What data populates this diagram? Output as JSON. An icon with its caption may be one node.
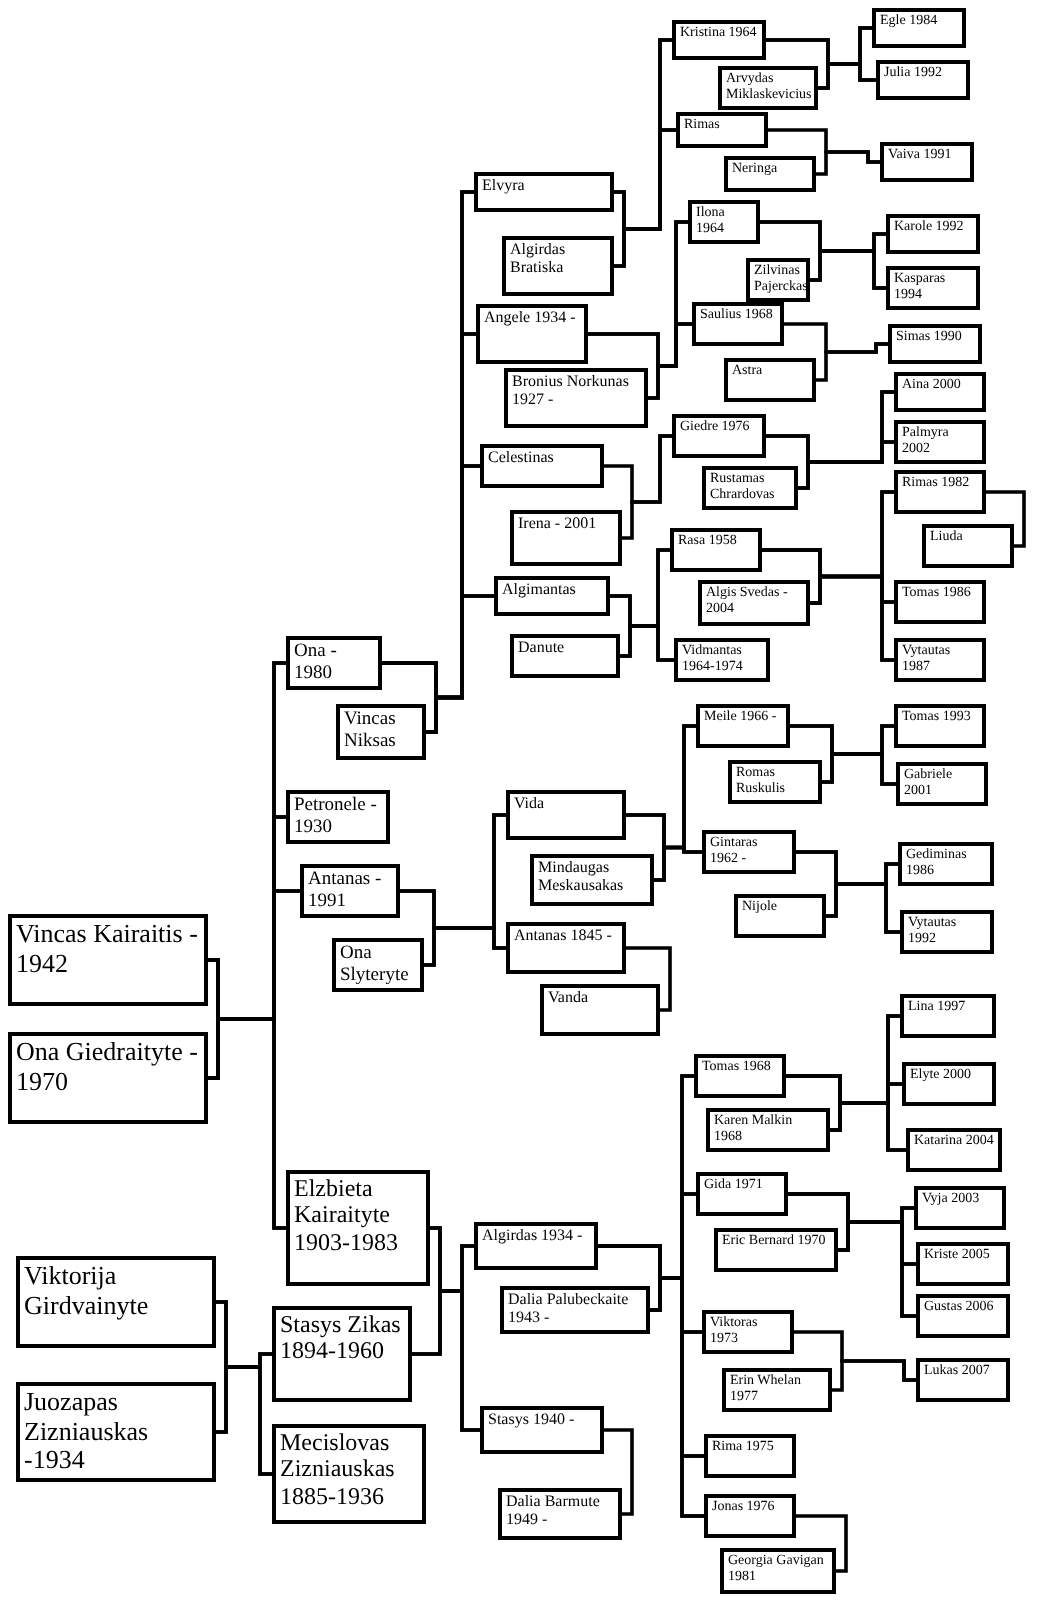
{
  "diagram": {
    "nodes": [
      {
        "text": [
          "Vincas Kairaitis - 1942"
        ]
      },
      {
        "text": [
          "Ona Giedraityte - 1970"
        ]
      },
      {
        "text": [
          "Viktorija Girdvainyte"
        ]
      },
      {
        "text": [
          "Juozapas Zizniauskas -1934"
        ]
      },
      {
        "text": [
          "Ona - 1980"
        ]
      },
      {
        "text": [
          "Vincas Niksas"
        ]
      },
      {
        "text": [
          "Petronele - 1930"
        ]
      },
      {
        "text": [
          "Antanas - 1991"
        ]
      },
      {
        "text": [
          "Ona Slyteryte"
        ]
      },
      {
        "text": [
          "Elzbieta Kairaityte 1903-1983"
        ]
      },
      {
        "text": [
          "Stasys Zikas 1894-1960"
        ]
      },
      {
        "text": [
          "Mecislovas Zizniauskas 1885-1936"
        ]
      },
      {
        "text": [
          "Elvyra"
        ]
      },
      {
        "text": [
          "Algirdas Bratiska"
        ]
      },
      {
        "text": [
          "Angele 1934 -"
        ]
      },
      {
        "text": [
          "Bronius Norkunas 1927 -"
        ]
      },
      {
        "text": [
          "Celestinas"
        ]
      },
      {
        "text": [
          "Irena - 2001"
        ]
      },
      {
        "text": [
          "Algimantas"
        ]
      },
      {
        "text": [
          "Danute"
        ]
      },
      {
        "text": [
          "Vida"
        ]
      },
      {
        "text": [
          "Mindaugas Meskausakas"
        ]
      },
      {
        "text": [
          "Antanas 1845 -"
        ]
      },
      {
        "text": [
          "Vanda"
        ]
      },
      {
        "text": [
          "Algirdas 1934 -"
        ]
      },
      {
        "text": [
          "Dalia Palubeckaite 1943 -"
        ]
      },
      {
        "text": [
          "Stasys 1940 -"
        ]
      },
      {
        "text": [
          "Dalia Barmute 1949 -"
        ]
      },
      {
        "text": [
          "Kristina 1964"
        ]
      },
      {
        "text": [
          "Arvydas Miklaskevicius"
        ]
      },
      {
        "text": [
          "Rimas"
        ]
      },
      {
        "text": [
          "Neringa"
        ]
      },
      {
        "text": [
          "Ilona 1964"
        ]
      },
      {
        "text": [
          "Zilvinas Pajerckas"
        ]
      },
      {
        "text": [
          "Saulius 1968"
        ]
      },
      {
        "text": [
          "Astra"
        ]
      },
      {
        "text": [
          "Giedre 1976"
        ]
      },
      {
        "text": [
          "Rustamas Chrardovas"
        ]
      },
      {
        "text": [
          "Rasa 1958"
        ]
      },
      {
        "text": [
          "Algis Svedas - 2004"
        ]
      },
      {
        "text": [
          "Vidmantas 1964-1974"
        ]
      },
      {
        "text": [
          "Meile 1966 -"
        ]
      },
      {
        "text": [
          "Romas Ruskulis"
        ]
      },
      {
        "text": [
          "Gintaras 1962 -"
        ]
      },
      {
        "text": [
          "Nijole"
        ]
      },
      {
        "text": [
          "Tomas 1968"
        ]
      },
      {
        "text": [
          "Karen Malkin 1968"
        ]
      },
      {
        "text": [
          "Gida 1971"
        ]
      },
      {
        "text": [
          "Eric Bernard 1970"
        ]
      },
      {
        "text": [
          "Viktoras 1973"
        ]
      },
      {
        "text": [
          "Erin Whelan 1977"
        ]
      },
      {
        "text": [
          "Rima 1975"
        ]
      },
      {
        "text": [
          "Jonas 1976"
        ]
      },
      {
        "text": [
          "Georgia Gavigan 1981"
        ]
      },
      {
        "text": [
          "Egle 1984"
        ]
      },
      {
        "text": [
          "Julia 1992"
        ]
      },
      {
        "text": [
          "Vaiva 1991"
        ]
      },
      {
        "text": [
          "Karole 1992"
        ]
      },
      {
        "text": [
          "Kasparas 1994"
        ]
      },
      {
        "text": [
          "Simas 1990"
        ]
      },
      {
        "text": [
          "Aina 2000"
        ]
      },
      {
        "text": [
          "Palmyra 2002"
        ]
      },
      {
        "text": [
          "Rimas 1982"
        ]
      },
      {
        "text": [
          "Liuda"
        ]
      },
      {
        "text": [
          "Tomas 1986"
        ]
      },
      {
        "text": [
          "Vytautas 1987"
        ]
      },
      {
        "text": [
          "Tomas 1993"
        ]
      },
      {
        "text": [
          "Gabriele 2001"
        ]
      },
      {
        "text": [
          "Gediminas 1986"
        ]
      },
      {
        "text": [
          "Vytautas 1992"
        ]
      },
      {
        "text": [
          "Lina 1997"
        ]
      },
      {
        "text": [
          "Elyte 2000"
        ]
      },
      {
        "text": [
          "Katarina 2004"
        ]
      },
      {
        "text": [
          "Vyja 2003"
        ]
      },
      {
        "text": [
          "Kriste 2005"
        ]
      },
      {
        "text": [
          "Gustas 2006"
        ]
      },
      {
        "text": [
          "Lukas 2007"
        ]
      }
    ],
    "edges": [
      {
        "from": 0,
        "to": 4,
        "arrow": "none"
      },
      {
        "from": 1,
        "to": 4,
        "arrow": "none"
      },
      {
        "from": 0,
        "to": 6,
        "arrow": "none"
      },
      {
        "from": 1,
        "to": 6,
        "arrow": "none"
      },
      {
        "from": 0,
        "to": 7,
        "arrow": "none"
      },
      {
        "from": 1,
        "to": 7,
        "arrow": "none"
      },
      {
        "from": 0,
        "to": 9,
        "arrow": "none"
      },
      {
        "from": 1,
        "to": 9,
        "arrow": "none"
      },
      {
        "from": 2,
        "to": 10,
        "arrow": "none"
      },
      {
        "from": 3,
        "to": 10,
        "arrow": "none"
      },
      {
        "from": 2,
        "to": 11,
        "arrow": "none"
      },
      {
        "from": 3,
        "to": 11,
        "arrow": "none"
      },
      {
        "from": 4,
        "to": 12,
        "arrow": "none"
      },
      {
        "from": 5,
        "to": 12,
        "arrow": "none"
      },
      {
        "from": 4,
        "to": 14,
        "arrow": "none"
      },
      {
        "from": 5,
        "to": 14,
        "arrow": "none"
      },
      {
        "from": 4,
        "to": 16,
        "arrow": "none"
      },
      {
        "from": 5,
        "to": 16,
        "arrow": "none"
      },
      {
        "from": 4,
        "to": 18,
        "arrow": "none"
      },
      {
        "from": 5,
        "to": 18,
        "arrow": "none"
      },
      {
        "from": 7,
        "to": 20,
        "arrow": "none"
      },
      {
        "from": 8,
        "to": 20,
        "arrow": "none"
      },
      {
        "from": 7,
        "to": 22,
        "arrow": "none"
      },
      {
        "from": 8,
        "to": 22,
        "arrow": "none"
      },
      {
        "from": 9,
        "to": 24,
        "arrow": "none"
      },
      {
        "from": 10,
        "to": 24,
        "arrow": "none"
      },
      {
        "from": 9,
        "to": 26,
        "arrow": "none"
      },
      {
        "from": 10,
        "to": 26,
        "arrow": "none"
      },
      {
        "from": 12,
        "to": 28,
        "arrow": "none"
      },
      {
        "from": 13,
        "to": 28,
        "arrow": "none"
      },
      {
        "from": 12,
        "to": 30,
        "arrow": "none"
      },
      {
        "from": 13,
        "to": 30,
        "arrow": "none"
      },
      {
        "from": 14,
        "to": 32,
        "arrow": "none"
      },
      {
        "from": 15,
        "to": 32,
        "arrow": "none"
      },
      {
        "from": 14,
        "to": 34,
        "arrow": "none"
      },
      {
        "from": 15,
        "to": 34,
        "arrow": "none"
      },
      {
        "from": 16,
        "to": 36,
        "arrow": "none"
      },
      {
        "from": 17,
        "to": 36,
        "arrow": "none"
      },
      {
        "from": 18,
        "to": 38,
        "arrow": "none"
      },
      {
        "from": 19,
        "to": 38,
        "arrow": "none"
      },
      {
        "from": 18,
        "to": 40,
        "arrow": "none"
      },
      {
        "from": 19,
        "to": 40,
        "arrow": "none"
      },
      {
        "from": 20,
        "to": 41,
        "arrow": "none"
      },
      {
        "from": 21,
        "to": 41,
        "arrow": "none"
      },
      {
        "from": 20,
        "to": 43,
        "arrow": "none"
      },
      {
        "from": 21,
        "to": 43,
        "arrow": "none"
      },
      {
        "from": 22,
        "to": 23,
        "arrow": "none"
      },
      {
        "from": 24,
        "to": 45,
        "arrow": "none"
      },
      {
        "from": 25,
        "to": 45,
        "arrow": "none"
      },
      {
        "from": 24,
        "to": 47,
        "arrow": "none"
      },
      {
        "from": 25,
        "to": 47,
        "arrow": "none"
      },
      {
        "from": 24,
        "to": 49,
        "arrow": "none"
      },
      {
        "from": 25,
        "to": 49,
        "arrow": "none"
      },
      {
        "from": 24,
        "to": 51,
        "arrow": "none"
      },
      {
        "from": 25,
        "to": 51,
        "arrow": "none"
      },
      {
        "from": 24,
        "to": 52,
        "arrow": "none"
      },
      {
        "from": 25,
        "to": 52,
        "arrow": "none"
      },
      {
        "from": 26,
        "to": 27,
        "arrow": "none"
      },
      {
        "from": 28,
        "to": 54,
        "arrow": "none"
      },
      {
        "from": 29,
        "to": 54,
        "arrow": "none"
      },
      {
        "from": 28,
        "to": 55,
        "arrow": "none"
      },
      {
        "from": 29,
        "to": 55,
        "arrow": "none"
      },
      {
        "from": 30,
        "to": 56,
        "arrow": "none"
      },
      {
        "from": 31,
        "to": 56,
        "arrow": "none"
      },
      {
        "from": 32,
        "to": 57,
        "arrow": "none"
      },
      {
        "from": 33,
        "to": 57,
        "arrow": "none"
      },
      {
        "from": 32,
        "to": 58,
        "arrow": "none"
      },
      {
        "from": 33,
        "to": 58,
        "arrow": "none"
      },
      {
        "from": 34,
        "to": 59,
        "arrow": "none"
      },
      {
        "from": 35,
        "to": 59,
        "arrow": "none"
      },
      {
        "from": 36,
        "to": 60,
        "arrow": "none"
      },
      {
        "from": 37,
        "to": 60,
        "arrow": "none"
      },
      {
        "from": 36,
        "to": 61,
        "arrow": "none"
      },
      {
        "from": 37,
        "to": 61,
        "arrow": "none"
      },
      {
        "from": 38,
        "to": 62,
        "arrow": "none"
      },
      {
        "from": 39,
        "to": 62,
        "arrow": "none"
      },
      {
        "from": 38,
        "to": 64,
        "arrow": "none"
      },
      {
        "from": 39,
        "to": 64,
        "arrow": "none"
      },
      {
        "from": 38,
        "to": 65,
        "arrow": "none"
      },
      {
        "from": 39,
        "to": 65,
        "arrow": "none"
      },
      {
        "from": 62,
        "to": 63,
        "arrow": "none"
      },
      {
        "from": 41,
        "to": 66,
        "arrow": "none"
      },
      {
        "from": 42,
        "to": 66,
        "arrow": "none"
      },
      {
        "from": 41,
        "to": 67,
        "arrow": "none"
      },
      {
        "from": 42,
        "to": 67,
        "arrow": "none"
      },
      {
        "from": 43,
        "to": 68,
        "arrow": "none"
      },
      {
        "from": 44,
        "to": 68,
        "arrow": "none"
      },
      {
        "from": 43,
        "to": 69,
        "arrow": "none"
      },
      {
        "from": 44,
        "to": 69,
        "arrow": "none"
      },
      {
        "from": 45,
        "to": 70,
        "arrow": "none"
      },
      {
        "from": 46,
        "to": 70,
        "arrow": "none"
      },
      {
        "from": 45,
        "to": 71,
        "arrow": "none"
      },
      {
        "from": 46,
        "to": 71,
        "arrow": "none"
      },
      {
        "from": 45,
        "to": 72,
        "arrow": "none"
      },
      {
        "from": 46,
        "to": 72,
        "arrow": "none"
      },
      {
        "from": 47,
        "to": 73,
        "arrow": "none"
      },
      {
        "from": 48,
        "to": 73,
        "arrow": "none"
      },
      {
        "from": 47,
        "to": 74,
        "arrow": "none"
      },
      {
        "from": 48,
        "to": 74,
        "arrow": "none"
      },
      {
        "from": 47,
        "to": 75,
        "arrow": "none"
      },
      {
        "from": 48,
        "to": 75,
        "arrow": "none"
      },
      {
        "from": 49,
        "to": 76,
        "arrow": "none"
      },
      {
        "from": 50,
        "to": 76,
        "arrow": "none"
      },
      {
        "from": 52,
        "to": 53,
        "arrow": "none"
      }
    ]
  }
}
